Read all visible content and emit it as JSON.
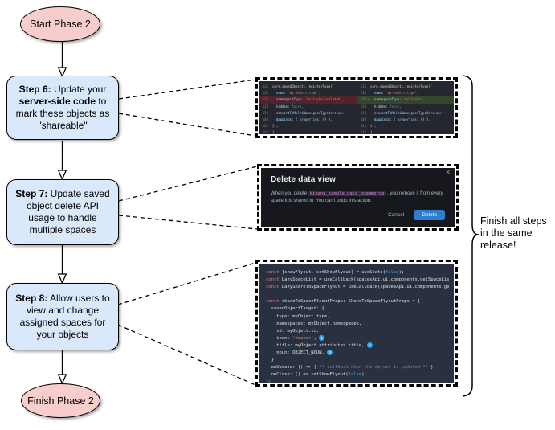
{
  "colors": {
    "node-pink": "#f8cecc",
    "node-blue": "#dae8fc",
    "diff-bg": "#24272d",
    "diff-del": "#53222a",
    "diff-add": "#36452b",
    "modal-bg": "#17181d",
    "btn-blue": "#2e7dd1",
    "chip-pink": "#d67fd6",
    "code-bg": "#293140",
    "badge-blue": "#36a2ef"
  },
  "flowchart": {
    "start_label": "Start Phase 2",
    "finish_label": "Finish Phase 2",
    "steps": [
      {
        "segments": [
          {
            "t": "Step 6:",
            "b": true
          },
          {
            "t": " Update your ",
            "b": false
          },
          {
            "t": "server-side code",
            "b": true
          },
          {
            "t": " to mark these objects as \"shareable\"",
            "b": false
          }
        ]
      },
      {
        "segments": [
          {
            "t": "Step 7:",
            "b": true
          },
          {
            "t": " Update saved object delete API usage to handle multiple spaces",
            "b": false
          }
        ]
      },
      {
        "segments": [
          {
            "t": "Step 8:",
            "b": true
          },
          {
            "t": " Allow users to view and change assigned spaces for your objects",
            "b": false
          }
        ]
      }
    ],
    "brace_note": "Finish all steps in the same release!"
  },
  "diff": {
    "left_lines": [
      {
        "no": "135",
        "mark": "",
        "bg": "",
        "tokens": [
          [
            "core.savedObjects.",
            ""
          ],
          [
            "registerType",
            "fn"
          ],
          [
            "({",
            ""
          ]
        ]
      },
      {
        "no": "136",
        "mark": "",
        "bg": "",
        "tokens": [
          [
            "  ",
            ""
          ],
          [
            "name",
            "key"
          ],
          [
            ": ",
            ""
          ],
          [
            "'my-object-type'",
            "str"
          ],
          [
            ",",
            ""
          ]
        ]
      },
      {
        "no": "137",
        "mark": "-",
        "bg": "del",
        "tokens": [
          [
            "  ",
            ""
          ],
          [
            "namespaceType",
            "key"
          ],
          [
            ": ",
            ""
          ],
          [
            "'multiple-isolated'",
            "str"
          ],
          [
            ",",
            ""
          ]
        ]
      },
      {
        "no": "138",
        "mark": "",
        "bg": "",
        "tokens": [
          [
            "  ",
            ""
          ],
          [
            "hidden",
            "key"
          ],
          [
            ": ",
            ""
          ],
          [
            "false",
            "bool"
          ],
          [
            ",",
            ""
          ]
        ]
      },
      {
        "no": "139",
        "mark": "",
        "bg": "",
        "tokens": [
          [
            "  ",
            ""
          ],
          [
            "convertToMultiNamespaceTypeVersion",
            "key"
          ],
          [
            ": ",
            ""
          ],
          [
            "'",
            "str"
          ]
        ]
      },
      {
        "no": "140",
        "mark": "",
        "bg": "",
        "tokens": [
          [
            "  ",
            ""
          ],
          [
            "mappings",
            "key"
          ],
          [
            ": { ",
            ""
          ],
          [
            "properties",
            "key"
          ],
          [
            ": {} },",
            ""
          ]
        ]
      },
      {
        "no": "141",
        "mark": "",
        "bg": "",
        "tokens": [
          [
            "});",
            ""
          ]
        ]
      },
      {
        "no": "142",
        "mark": "",
        "bg": "",
        "tokens": [
          [
            "}",
            "fn"
          ]
        ]
      }
    ],
    "right_lines": [
      {
        "no": "135",
        "mark": "",
        "bg": "",
        "tokens": [
          [
            "core.savedObjects.",
            ""
          ],
          [
            "registerType",
            "fn"
          ],
          [
            "({",
            ""
          ]
        ]
      },
      {
        "no": "136",
        "mark": "",
        "bg": "",
        "tokens": [
          [
            "  ",
            ""
          ],
          [
            "name",
            "key"
          ],
          [
            ": ",
            ""
          ],
          [
            "'my-object-type'",
            "str"
          ],
          [
            ",",
            ""
          ]
        ]
      },
      {
        "no": "137",
        "mark": "+",
        "bg": "add",
        "tokens": [
          [
            "  ",
            ""
          ],
          [
            "namespaceType",
            "key"
          ],
          [
            ": ",
            ""
          ],
          [
            "'multiple'",
            "str"
          ],
          [
            ",",
            ""
          ]
        ]
      },
      {
        "no": "138",
        "mark": "",
        "bg": "",
        "tokens": [
          [
            "  ",
            ""
          ],
          [
            "hidden",
            "key"
          ],
          [
            ": ",
            ""
          ],
          [
            "false",
            "bool"
          ],
          [
            ",",
            ""
          ]
        ]
      },
      {
        "no": "139",
        "mark": "",
        "bg": "",
        "tokens": [
          [
            "  ",
            ""
          ],
          [
            "convertToMultiNamespaceTypeVersion",
            "key"
          ],
          [
            ": ",
            ""
          ],
          [
            "'",
            "str"
          ]
        ]
      },
      {
        "no": "140",
        "mark": "",
        "bg": "",
        "tokens": [
          [
            "  ",
            ""
          ],
          [
            "mappings",
            "key"
          ],
          [
            ": { ",
            ""
          ],
          [
            "properties",
            "key"
          ],
          [
            ": {} },",
            ""
          ]
        ]
      },
      {
        "no": "141",
        "mark": "",
        "bg": "",
        "tokens": [
          [
            "});",
            ""
          ]
        ]
      },
      {
        "no": "142",
        "mark": "",
        "bg": "",
        "tokens": [
          [
            "}",
            "fn"
          ]
        ]
      }
    ]
  },
  "modal": {
    "title": "Delete data view",
    "close_glyph": "✕",
    "body_pre": "When you delete ",
    "body_code": "kibana_sample_data_ecommerce",
    "body_post": " , you remove it from every space it is shared in. You can't undo this action.",
    "cancel_label": "Cancel",
    "delete_label": "Delete"
  },
  "code_snippet": {
    "lines": [
      [
        [
          "const",
          "kw"
        ],
        [
          " [showFlyout, setShowFlyout] = useState(",
          ""
        ],
        [
          "false",
          "bool"
        ],
        [
          ");",
          ""
        ]
      ],
      [
        [
          "const",
          "kw"
        ],
        [
          " LazySpaceList = useCallback(spacesApi.ui.components.getSpaceLis",
          ""
        ]
      ],
      [
        [
          "const",
          "kw"
        ],
        [
          " LazyShareToSpaceFlyout = useCallback(spacesApi.ui.components.ge",
          ""
        ]
      ],
      [
        [
          "",
          ""
        ]
      ],
      [
        [
          "const",
          "kw"
        ],
        [
          " shareToSpaceFlyoutProps: ShareToSpaceFlyoutProps = {",
          ""
        ]
      ],
      [
        [
          "  savedObjectTarget: {",
          ""
        ]
      ],
      [
        [
          "    type: myObject.type,",
          ""
        ]
      ],
      [
        [
          "    namespaces: myObject.namespaces,",
          ""
        ]
      ],
      [
        [
          "    id: myObject.id,",
          ""
        ]
      ],
      [
        [
          "    icon: ",
          ""
        ],
        [
          "'beaker'",
          "str"
        ],
        [
          ", ",
          ""
        ],
        [
          "1",
          "badge"
        ]
      ],
      [
        [
          "    title: myObject.attributes.title, ",
          ""
        ],
        [
          "2",
          "badge"
        ]
      ],
      [
        [
          "    noun: OBJECT_NOUN, ",
          ""
        ],
        [
          "3",
          "badge"
        ]
      ],
      [
        [
          "  },",
          ""
        ]
      ],
      [
        [
          "  onUpdate: () => { ",
          ""
        ],
        [
          "/* callback when the object is updated */",
          "cmt"
        ],
        [
          " },",
          ""
        ]
      ],
      [
        [
          "  onClose: () => setShowFlyout(",
          ""
        ],
        [
          "false",
          "bool"
        ],
        [
          "),",
          ""
        ]
      ],
      [
        [
          "};",
          ""
        ]
      ]
    ]
  }
}
